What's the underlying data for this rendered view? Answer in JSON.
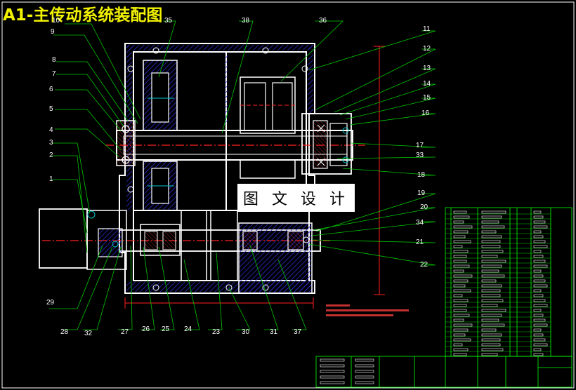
{
  "title": {
    "code": "A1-",
    "text": "主传动系统装配图"
  },
  "overlay": "图 文 设 计",
  "colors": {
    "background": "#000000",
    "outline": "#ffffff",
    "centerline": "#ff2020",
    "leader": "#00c800",
    "gear": "#00c8c8",
    "hatch": "#2020c8",
    "title": "#f2f200",
    "table": "#00ff00"
  },
  "part_labels": {
    "left": [
      "10",
      "9",
      "8",
      "7",
      "6",
      "5",
      "4",
      "3",
      "2",
      "1"
    ],
    "top": [
      "35",
      "38",
      "36"
    ],
    "right": [
      "11",
      "12",
      "13",
      "14",
      "15",
      "16",
      "17",
      "33",
      "18",
      "19",
      "20",
      "34",
      "21",
      "22"
    ],
    "bottom": [
      "29",
      "28",
      "32",
      "27",
      "26",
      "25",
      "24",
      "23",
      "30",
      "31",
      "37"
    ]
  }
}
